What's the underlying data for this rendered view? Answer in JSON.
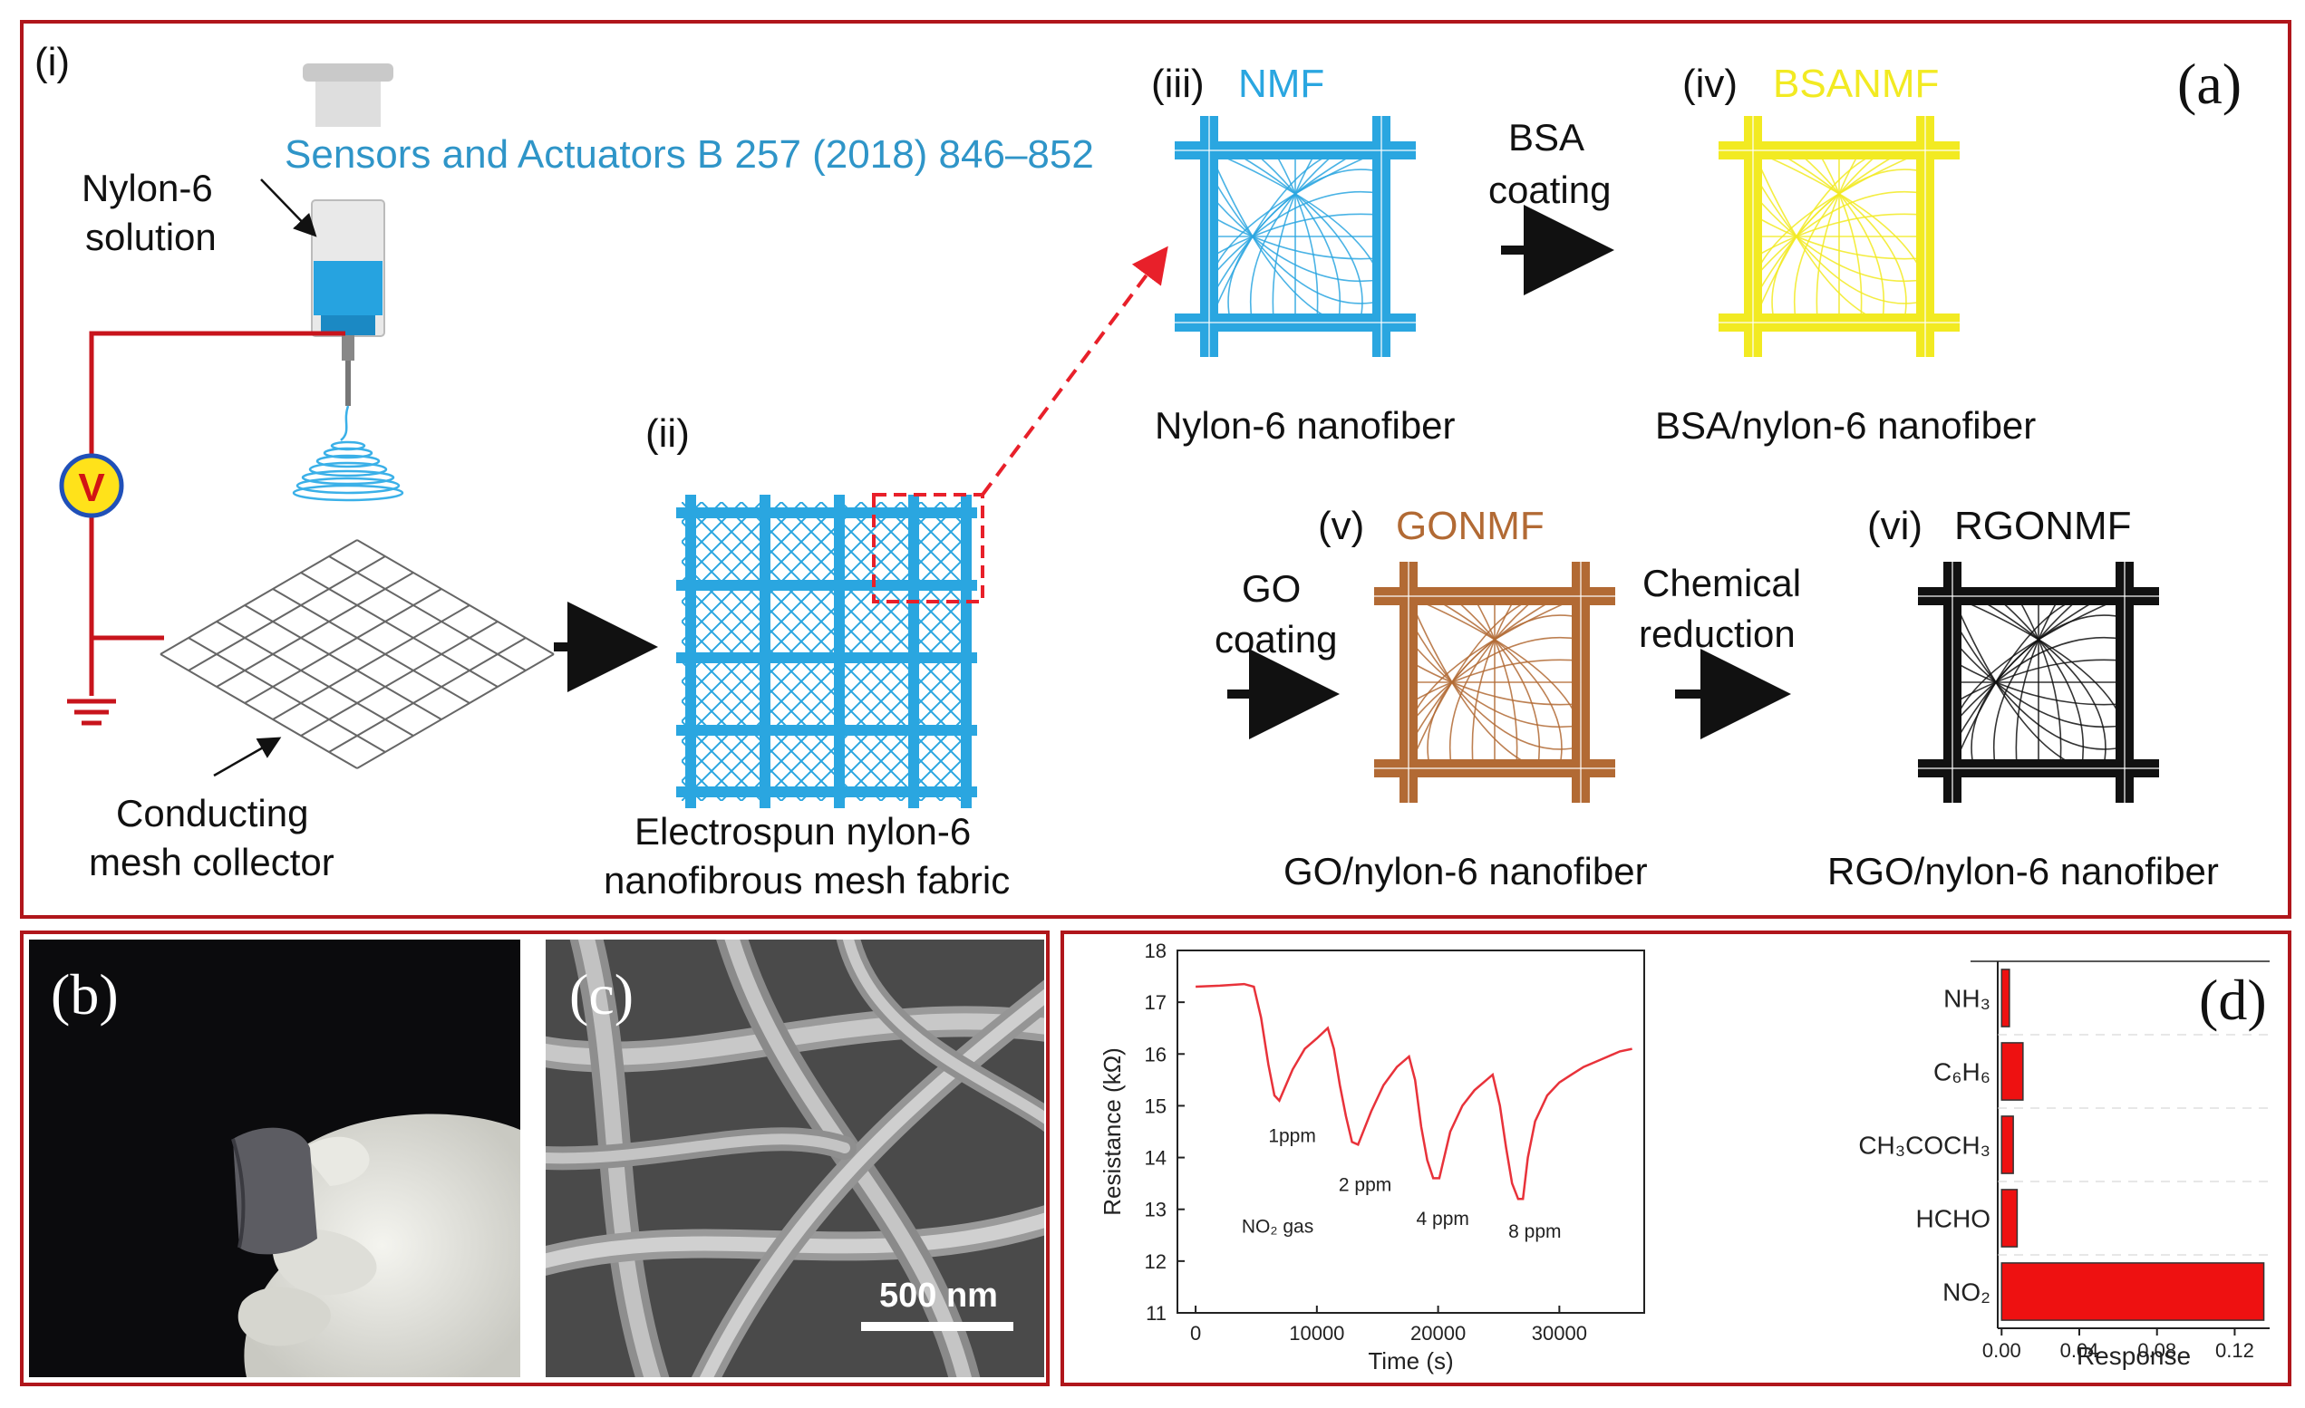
{
  "panel_a": {
    "letter": "(a)",
    "citation": "Sensors and Actuators B 257 (2018) 846–852",
    "step_i": {
      "roman": "(i)",
      "solution_label_line1": "Nylon-6",
      "solution_label_line2": "solution",
      "collector_label_line1": "Conducting",
      "collector_label_line2": "mesh collector",
      "voltage_symbol": "V"
    },
    "step_ii": {
      "roman": "(ii)",
      "caption_line1": "Electrospun nylon-6",
      "caption_line2": "nanofibrous mesh fabric"
    },
    "step_iii": {
      "roman": "(iii)",
      "name": "NMF",
      "caption": "Nylon-6 nanofiber",
      "name_color": "#2aa6e0"
    },
    "step_iv": {
      "roman": "(iv)",
      "name": "BSANMF",
      "caption": "BSA/nylon-6 nanofiber",
      "name_color": "#f2ea22"
    },
    "step_v": {
      "roman": "(v)",
      "name": "GONMF",
      "caption": "GO/nylon-6 nanofiber",
      "name_color": "#b26a34"
    },
    "step_vi": {
      "roman": "(vi)",
      "name": "RGONMF",
      "caption": "RGO/nylon-6 nanofiber",
      "name_color": "#111111"
    },
    "arrow_bsa_line1": "BSA",
    "arrow_bsa_line2": "coating",
    "arrow_go_line1": "GO",
    "arrow_go_line2": "coating",
    "arrow_chem_line1": "Chemical",
    "arrow_chem_line2": "reduction"
  },
  "panel_b": {
    "letter": "(b)"
  },
  "panel_c": {
    "letter": "(c)",
    "scale_bar": "500 nm"
  },
  "panel_d": {
    "letter": "(d)"
  },
  "colors": {
    "frame": "#b0161b",
    "nmf_blue": "#2aa6e0",
    "bsa_yellow": "#f2ea22",
    "go_brown": "#b26a34",
    "rgo_black": "#111111",
    "curve_red": "#e8323a",
    "bar_red": "#ee1111"
  },
  "chart_data": [
    {
      "type": "line",
      "xlabel": "Time (s)",
      "ylabel": "Resistance (kΩ)",
      "xlim": [
        -1500,
        37000
      ],
      "ylim": [
        11,
        18
      ],
      "xticks": [
        "0",
        "10000",
        "20000",
        "30000"
      ],
      "yticks": [
        "11",
        "12",
        "13",
        "14",
        "15",
        "16",
        "17",
        "18"
      ],
      "annotations": [
        "1ppm",
        "2 ppm",
        "4 ppm",
        "8 ppm",
        "NO₂ gas"
      ],
      "series": [
        {
          "x": [
            0,
            2000,
            4000,
            4800,
            5400,
            6000,
            6500,
            6900,
            8000,
            9000,
            10000,
            10900,
            11400,
            11900,
            12400,
            12900,
            13400,
            14500,
            15500,
            16600,
            17600,
            18100,
            18600,
            19100,
            19600,
            20100,
            21000,
            22000,
            23000,
            24500,
            25100,
            25600,
            26100,
            26600,
            27000,
            27400,
            28000,
            29000,
            30000,
            31000,
            32000,
            33000,
            34000,
            35000,
            36000
          ],
          "y": [
            17.3,
            17.32,
            17.35,
            17.3,
            16.7,
            15.8,
            15.2,
            15.1,
            15.7,
            16.1,
            16.3,
            16.5,
            16.1,
            15.4,
            14.8,
            14.3,
            14.25,
            14.9,
            15.4,
            15.75,
            15.95,
            15.5,
            14.6,
            13.95,
            13.6,
            13.6,
            14.5,
            15.0,
            15.3,
            15.6,
            15.0,
            14.2,
            13.5,
            13.2,
            13.2,
            14.0,
            14.7,
            15.2,
            15.45,
            15.6,
            15.75,
            15.85,
            15.95,
            16.05,
            16.1
          ]
        }
      ]
    },
    {
      "type": "bar",
      "orientation": "horizontal",
      "categories": [
        "NH₃",
        "C₆H₆",
        "CH₃COCH₃",
        "HCHO",
        "NO₂"
      ],
      "values": [
        0.004,
        0.011,
        0.006,
        0.008,
        0.135
      ],
      "xlabel": "Response",
      "xlim": [
        -0.002,
        0.138
      ],
      "xticks": [
        "0.00",
        "0.04",
        "0.08",
        "0.12"
      ]
    }
  ]
}
